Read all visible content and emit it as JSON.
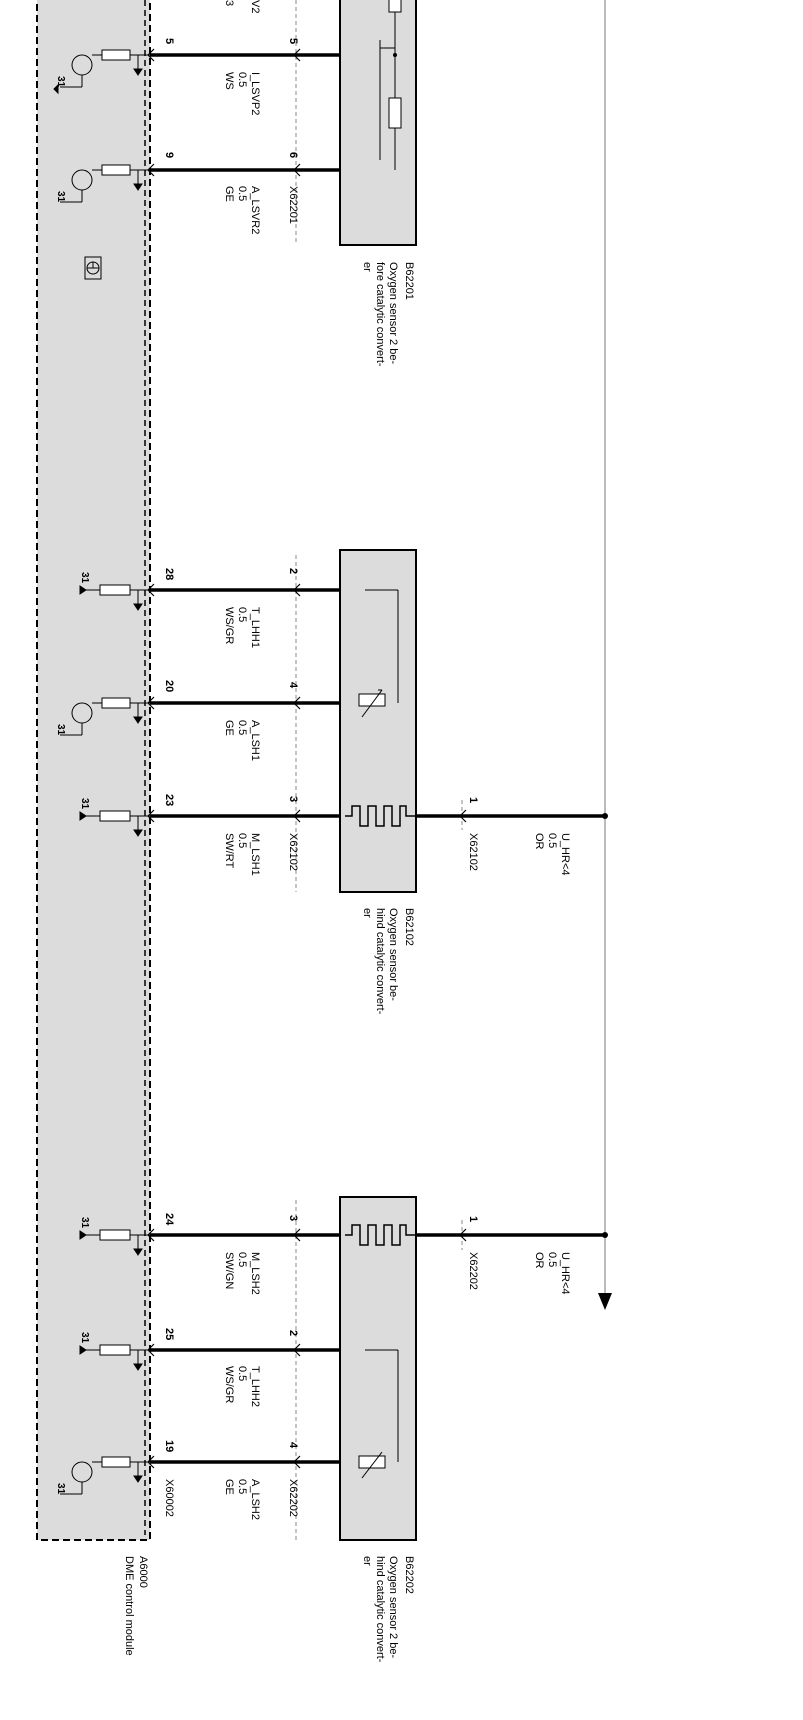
{
  "dme_module": {
    "id": "A6000",
    "name": "DME control module",
    "connector": "X60002",
    "symbol_icon": "device-symbol-icon"
  },
  "ground_label": "31",
  "sensors": [
    {
      "id": "B62201",
      "name_lines": [
        "Oxygen sensor 2 be-",
        "fore catalytic convert-",
        "er"
      ],
      "connector": "X62201",
      "wires": [
        {
          "pin_dme": "5",
          "pin_sensor": "5",
          "signal": "I_LSVP2",
          "gauge": "0.5",
          "color": "WS"
        },
        {
          "pin_dme": "9",
          "pin_sensor": "6",
          "signal": "A_LSVR2",
          "gauge": "0.5",
          "color": "GE"
        }
      ],
      "top_partial_labels": [
        "V2",
        "3"
      ]
    },
    {
      "id": "B62102",
      "name_lines": [
        "Oxygen sensor be-",
        "hind catalytic convert-",
        "er"
      ],
      "connector": "X62102",
      "wires": [
        {
          "pin_dme": "28",
          "pin_sensor": "2",
          "signal": "T_LHH1",
          "gauge": "0.5",
          "color": "WS/GR"
        },
        {
          "pin_dme": "20",
          "pin_sensor": "4",
          "signal": "A_LSH1",
          "gauge": "0.5",
          "color": "GE"
        },
        {
          "pin_dme": "23",
          "pin_sensor": "3",
          "signal": "M_LSH1",
          "gauge": "0.5",
          "color": "SW/RT"
        }
      ],
      "heater": {
        "connector": "X62102",
        "pin": "1",
        "signal": "U_HR<4",
        "gauge": "0.5",
        "color": "OR"
      }
    },
    {
      "id": "B62202",
      "name_lines": [
        "Oxygen sensor 2 be-",
        "hind catalytic convert-",
        "er"
      ],
      "connector": "X62202",
      "wires": [
        {
          "pin_dme": "24",
          "pin_sensor": "3",
          "signal": "M_LSH2",
          "gauge": "0.5",
          "color": "SW/GN"
        },
        {
          "pin_dme": "25",
          "pin_sensor": "2",
          "signal": "T_LHH2",
          "gauge": "0.5",
          "color": "WS/GR"
        },
        {
          "pin_dme": "19",
          "pin_sensor": "4",
          "signal": "A_LSH2",
          "gauge": "0.5",
          "color": "GE"
        }
      ],
      "heater": {
        "connector": "X62202",
        "pin": "1",
        "signal": "U_HR<4",
        "gauge": "0.5",
        "color": "OR"
      }
    }
  ],
  "colors": {
    "module_fill": "#dcdcdc",
    "line": "#000000",
    "thin_line": "#888888"
  }
}
